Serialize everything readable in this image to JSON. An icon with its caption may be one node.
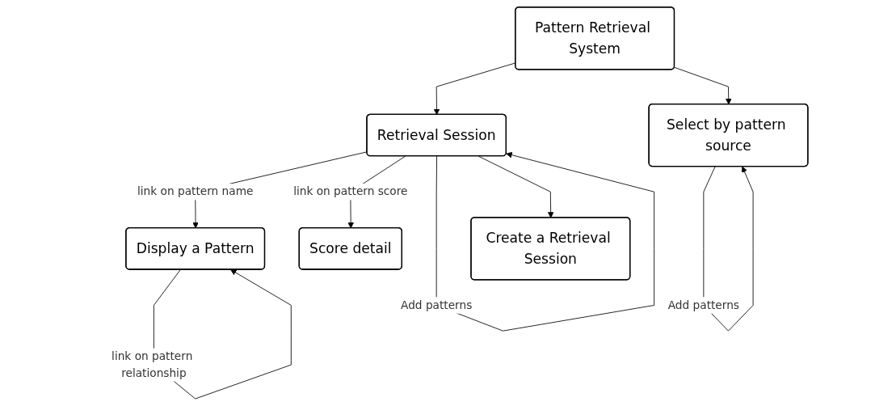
{
  "diagram": {
    "nodes": [
      {
        "text": [
          "Pattern Retrieval System"
        ]
      },
      {
        "text": [
          "Display a Pattern"
        ]
      },
      {
        "text": [
          "Retrieval Session"
        ]
      },
      {
        "text": [
          "Select by pattern source"
        ]
      },
      {
        "text": [
          "Score detail"
        ]
      },
      {
        "text": [
          "Create a Retrieval Session"
        ]
      }
    ],
    "edges": [
      {
        "from": 0,
        "to": 2,
        "arrow": "to"
      },
      {
        "from": 0,
        "to": 3,
        "arrow": "to"
      },
      {
        "from": 1,
        "to": 1,
        "label": "link on pattern relationship",
        "arrow": "to"
      },
      {
        "from": 2,
        "to": 1,
        "label": "link on pattern name",
        "arrow": "to"
      },
      {
        "from": 2,
        "to": 4,
        "label": "link on pattern score",
        "arrow": "to"
      },
      {
        "from": 2,
        "to": 2,
        "label": "Add patterns",
        "arrow": "to"
      },
      {
        "from": 3,
        "to": 3,
        "label": "Add patterns",
        "arrow": "to"
      },
      {
        "from": 2,
        "to": 5,
        "arrow": "to"
      }
    ]
  }
}
